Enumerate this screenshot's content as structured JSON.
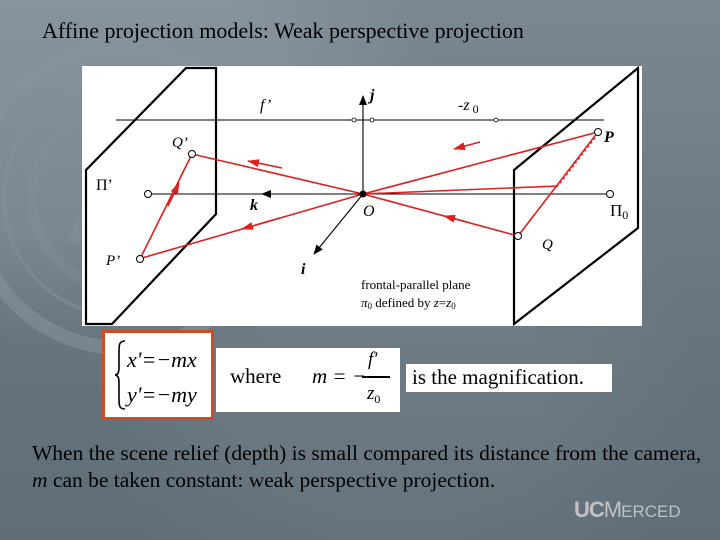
{
  "slide": {
    "title": "Affine projection models: Weak perspective projection",
    "body": "When the scene relief (depth) is small compared its distance from the camera, m can be taken constant: weak perspective projection.",
    "body_m": "m",
    "logo": {
      "uc": "UC",
      "merced_m": "M",
      "merced_rest": "ERCED"
    }
  },
  "figure": {
    "labels": {
      "f_prime": "f’",
      "j": "j",
      "neg_z": "-z",
      "neg_z_sub": "0",
      "q_prime": "Q’",
      "p": "P",
      "pi_prime": "Π’",
      "k": "k",
      "o": "O",
      "pi_0": "Π",
      "pi_0_sub": "0",
      "q": "Q",
      "p_prime": "P’",
      "i": "i"
    },
    "caption_line1": "frontal-parallel plane",
    "caption_pi": "π",
    "caption_pi_sub": "0",
    "caption_mid": " defined by ",
    "caption_z": "z",
    "caption_eq": "=",
    "caption_z0": "z",
    "caption_z0_sub": "0",
    "colors": {
      "rays": "#dd2020",
      "axes": "#000000",
      "planes": "#000000"
    }
  },
  "equations": {
    "line1": "x'=−mx",
    "line2": "y'=−my",
    "where": "where",
    "m_lhs": "m = −",
    "num": "f'",
    "den": "z",
    "den_sub": "0",
    "tail": "is the magnification.",
    "highlight_color": "#d24a21"
  }
}
